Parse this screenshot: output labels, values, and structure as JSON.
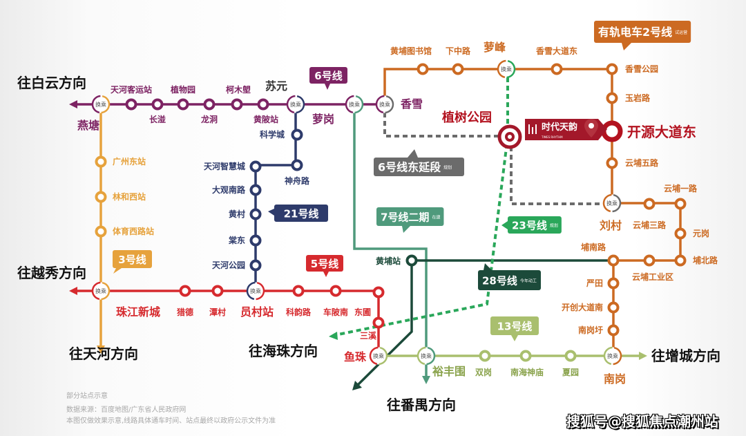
{
  "directions": {
    "baiyun": "往白云方向",
    "yuexiu": "往越秀方向",
    "tianhe": "往天河方向",
    "haizhu": "往海珠方向",
    "panyu": "往番禺方向",
    "zengcheng": "往增城方向"
  },
  "interchange_label": "换乘",
  "lines": {
    "line6": {
      "label": "6号线",
      "color": "#7d2363",
      "stations": [
        "燕塘",
        "天河客运站",
        "长湴",
        "植物园",
        "龙洞",
        "柯木塱",
        "黄陂站",
        "苏元",
        "萝岗",
        "香雪"
      ]
    },
    "line3": {
      "label": "3号线",
      "color": "#e6a23c",
      "stations": [
        "广州东站",
        "林和西站",
        "体育西路站",
        "珠江新城"
      ]
    },
    "line21": {
      "label": "21号线",
      "color": "#2e3b6b",
      "stations": [
        "科学城",
        "神舟路",
        "天河智慧城",
        "大观南路",
        "黄村",
        "棠东",
        "天河公园",
        "员村站"
      ]
    },
    "line5": {
      "label": "5号线",
      "color": "#d62a2e",
      "stations": [
        "猎德",
        "潭村",
        "科韵路",
        "车陂南",
        "东圃",
        "三溪",
        "鱼珠"
      ]
    },
    "line7": {
      "label": "7号线二期",
      "note": "在建",
      "color": "#4f9a7c"
    },
    "line28": {
      "label": "28号线",
      "note": "今年动工",
      "color": "#1c4a3a",
      "stations": [
        "黄埔站"
      ]
    },
    "line13": {
      "label": "13号线",
      "color": "#a9bf6e",
      "stations": [
        "裕丰围",
        "双岗",
        "南海神庙",
        "夏园",
        "南岗"
      ]
    },
    "tram2": {
      "label": "有轨电车2号线",
      "note": "试运营",
      "color": "#cc6a22",
      "stations": [
        "黄埔图书馆",
        "下中路",
        "萝峰",
        "香雪大道东",
        "香雪公园",
        "玉岩路",
        "开源大道东",
        "云埔五路",
        "刘村",
        "云埔三路",
        "云埔一路",
        "元岗",
        "埔北路",
        "云埔工业区",
        "埔南路",
        "严田",
        "开创大道南",
        "南岗圩"
      ]
    },
    "line23": {
      "label": "23号线",
      "note": "规划",
      "color": "#2aa75a",
      "stations": [
        "植树公园"
      ]
    },
    "line6east": {
      "label": "6号线东延段",
      "note": "规划",
      "color": "#6b6b6b"
    }
  },
  "project": {
    "name": "时代天韵",
    "name_en": "TIMES RHYTHM",
    "color": "#a3182a"
  },
  "footer": {
    "note1": "部分站点示意",
    "note2": "数据来源：百度地图/广东省人民政府网",
    "note3": "本图仅做效果示意,线路具体通车时间、站点最终以政府公示文件为准"
  },
  "watermark": "搜狐号@搜狐焦点潮州站"
}
